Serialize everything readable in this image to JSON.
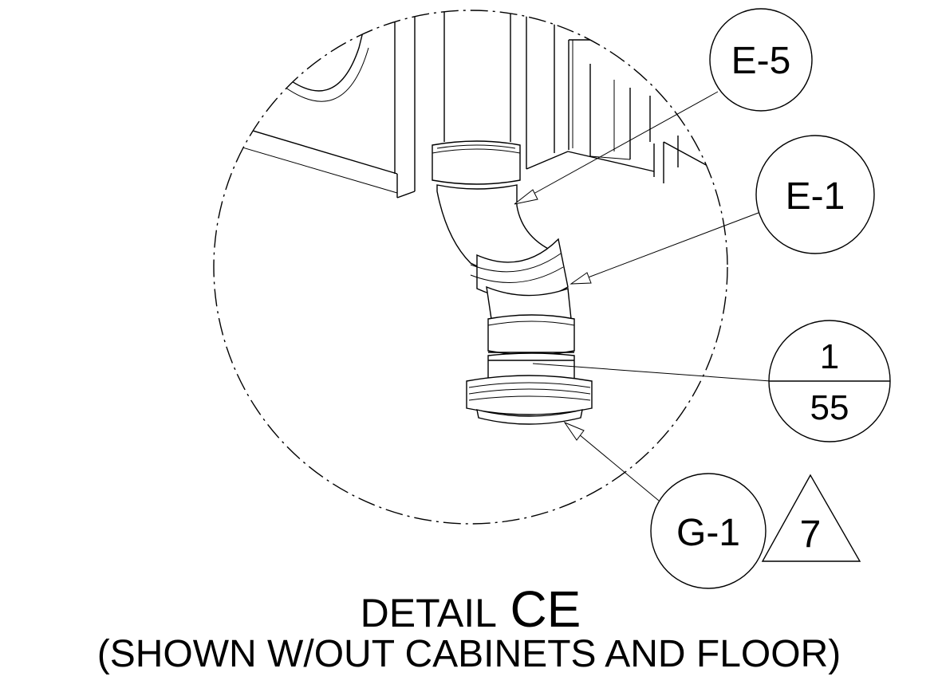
{
  "detail": {
    "prefix": "DETAIL",
    "letter": "CE",
    "subtitle": "(SHOWN W/OUT CABINETS AND FLOOR)"
  },
  "callouts": {
    "e5": "E-5",
    "e1": "E-1",
    "section_top": "1",
    "section_bottom": "55",
    "g1": "G-1",
    "revision": "7"
  }
}
